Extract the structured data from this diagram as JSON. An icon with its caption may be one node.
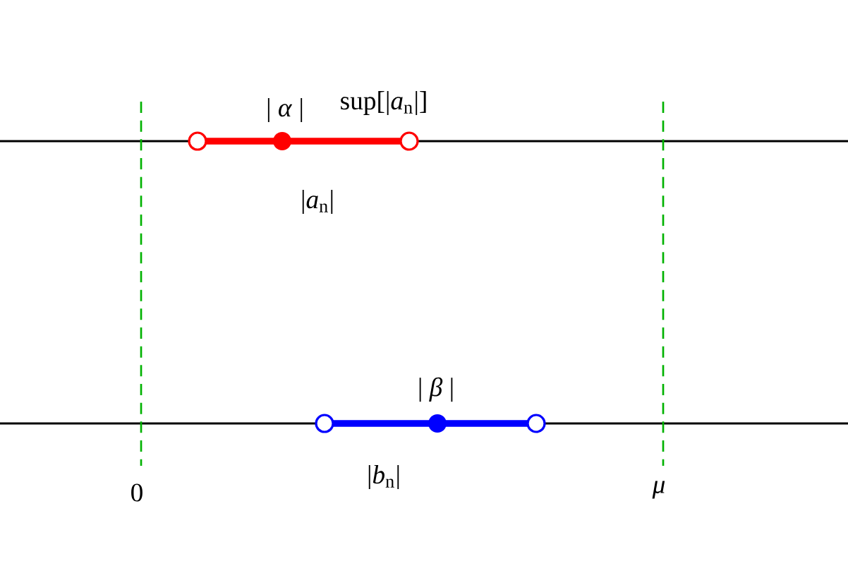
{
  "diagram": {
    "labels": [
      "| *α* |",
      "sup[|*a*$_{n}$|]",
      "|*a*$_{n}$|",
      "| *β* |",
      "|*b*$_{n}$|",
      "0",
      "μ"
    ]
  }
}
